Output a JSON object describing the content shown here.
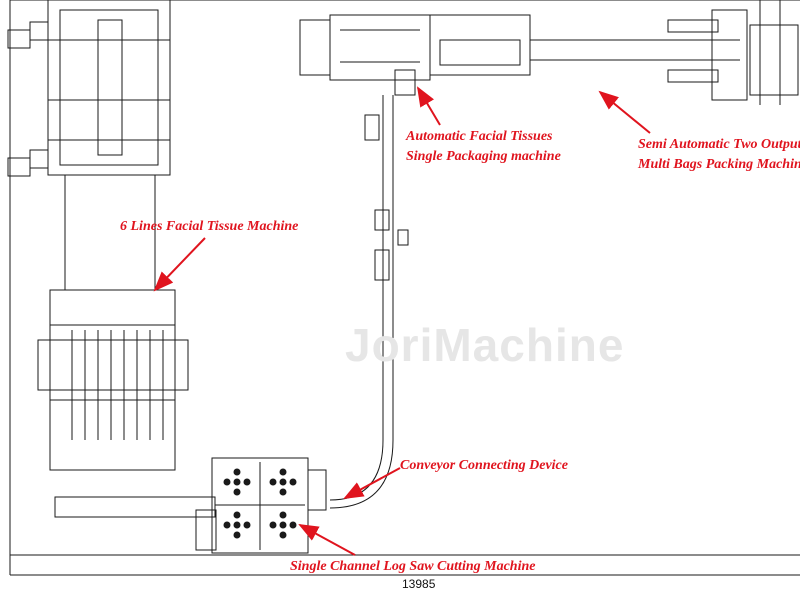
{
  "watermark": "JoriMachine",
  "dimension_label": "13985",
  "callouts": [
    {
      "id": "tissue",
      "line1": "6 Lines Facial Tissue Machine",
      "line2": ""
    },
    {
      "id": "single_pack",
      "line1": "Automatic Facial Tissues",
      "line2": "Single Packaging machine"
    },
    {
      "id": "multi_pack",
      "line1": "Semi Automatic Two Output",
      "line2": "Multi Bags Packing Machine"
    },
    {
      "id": "conveyor",
      "line1": "Conveyor Connecting Device",
      "line2": ""
    },
    {
      "id": "saw",
      "line1": "Single Channel Log Saw Cutting Machine",
      "line2": ""
    }
  ],
  "colors": {
    "label": "#e0141e",
    "line": "#1a1a1a",
    "watermark": "#e6e6e6"
  }
}
